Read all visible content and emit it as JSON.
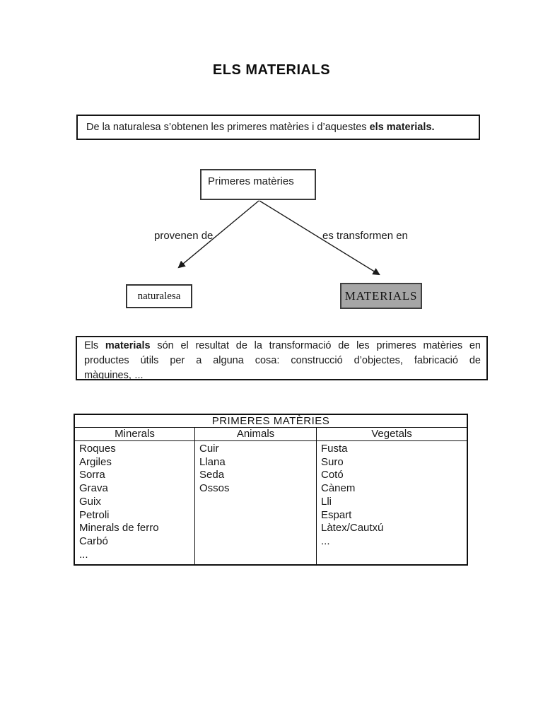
{
  "page": {
    "title": "ELS MATERIALS"
  },
  "intro_box": {
    "text_regular": "De la naturalesa s’obtenen les primeres matèries i d’aquestes ",
    "text_bold": "els materials."
  },
  "diagram": {
    "root_node": "Primeres matèries",
    "left_edge_label": "provenen de",
    "right_edge_label": "es transformen en",
    "left_node": "naturalesa",
    "right_node": "MATERIALS",
    "right_node_fill": "#a6a6a6"
  },
  "definition_box": {
    "line1_start": "Els ",
    "line1_bold": "materials",
    "line1_end": " són el resultat de la transformació de les primeres matèries en",
    "line2": "productes útils per a alguna cosa: construcció d’objectes, fabricació de",
    "line3": "màquines, ..."
  },
  "table": {
    "title": "PRIMERES MATÈRIES",
    "columns": [
      {
        "header": "Minerals",
        "items": [
          "Roques",
          "Argiles",
          "Sorra",
          "Grava",
          "Guix",
          "Petroli",
          "Minerals de ferro",
          "Carbó",
          "..."
        ]
      },
      {
        "header": "Animals",
        "items": [
          "Cuir",
          "Llana",
          "Seda",
          "Ossos"
        ]
      },
      {
        "header": "Vegetals",
        "items": [
          "Fusta",
          "Suro",
          "Cotó",
          "Cànem",
          "Lli",
          "Espart",
          "Làtex/Cautxú",
          "..."
        ]
      }
    ]
  }
}
